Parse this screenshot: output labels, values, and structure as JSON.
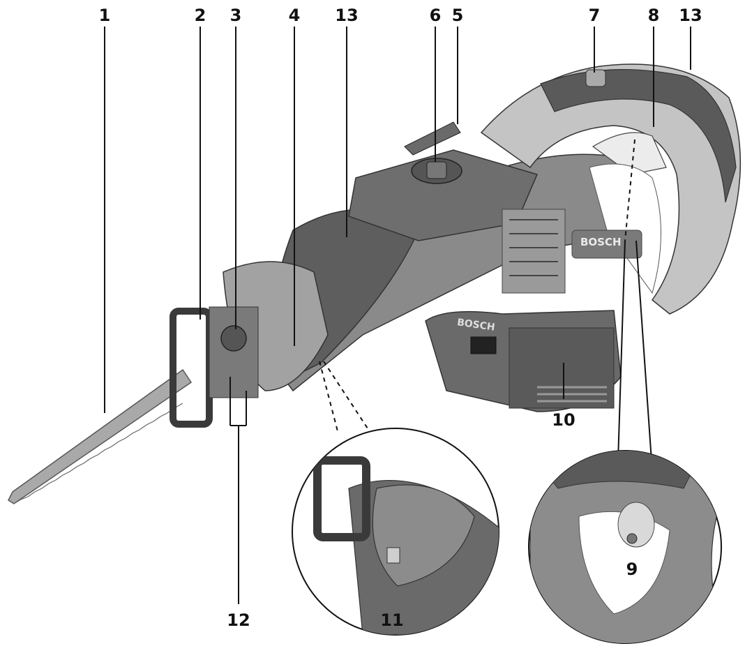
{
  "callouts": [
    {
      "id": "l1",
      "text": "1"
    },
    {
      "id": "l2",
      "text": "2"
    },
    {
      "id": "l3",
      "text": "3"
    },
    {
      "id": "l4",
      "text": "4"
    },
    {
      "id": "l13a",
      "text": "13"
    },
    {
      "id": "l6",
      "text": "6"
    },
    {
      "id": "l5",
      "text": "5"
    },
    {
      "id": "l7",
      "text": "7"
    },
    {
      "id": "l8",
      "text": "8"
    },
    {
      "id": "l13b",
      "text": "13"
    },
    {
      "id": "l10",
      "text": "10"
    },
    {
      "id": "l9",
      "text": "9"
    },
    {
      "id": "l11",
      "text": "11"
    },
    {
      "id": "l12",
      "text": "12"
    }
  ],
  "logo": {
    "brand": "BOSCH",
    "battery_brand": "BOSCH"
  },
  "colors": {
    "body": "#8a8a8a",
    "grip": "#5a5a5a",
    "light": "#c9c9c9",
    "blade": "#a8a8a8",
    "line": "#111111"
  }
}
